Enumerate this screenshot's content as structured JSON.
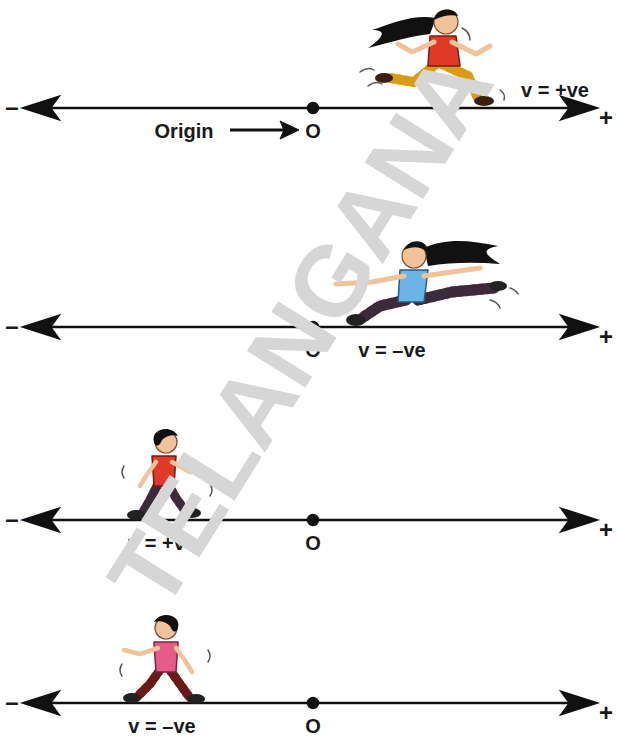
{
  "diagram": {
    "labels": [
      "–",
      "v = +ve",
      "+",
      "Origin",
      "O",
      "–",
      "+",
      "O",
      "v = –ve",
      "–",
      "+",
      "v = +ve",
      "O",
      "–",
      "+",
      "v = –ve",
      "O",
      "TELANGANA"
    ]
  }
}
